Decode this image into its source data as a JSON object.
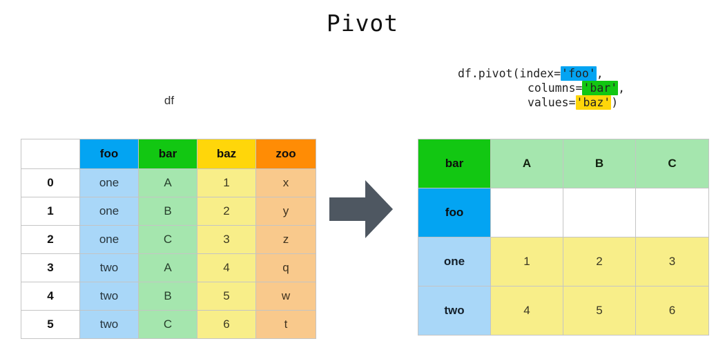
{
  "title": "Pivot",
  "df_label": "df",
  "colors": {
    "foo_header": "#03a4f2",
    "bar_header": "#12c712",
    "baz_header": "#ffd60a",
    "zoo_header": "#ff8c05",
    "foo_cell": "#a9d7f8",
    "bar_cell": "#a5e6ae",
    "baz_cell": "#f8ee89",
    "zoo_cell": "#f9c98c",
    "arrow": "#4e5761"
  },
  "code": {
    "line1_prefix": "df.pivot(index=",
    "line1_arg": "'foo'",
    "line1_suffix": ",",
    "line2_prefix": "columns=",
    "line2_arg": "'bar'",
    "line2_suffix": ",",
    "line3_prefix": "values=",
    "line3_arg": "'baz'",
    "line3_suffix": ")"
  },
  "source_table": {
    "headers": [
      "",
      "foo",
      "bar",
      "baz",
      "zoo"
    ],
    "rows": [
      {
        "index": "0",
        "foo": "one",
        "bar": "A",
        "baz": "1",
        "zoo": "x"
      },
      {
        "index": "1",
        "foo": "one",
        "bar": "B",
        "baz": "2",
        "zoo": "y"
      },
      {
        "index": "2",
        "foo": "one",
        "bar": "C",
        "baz": "3",
        "zoo": "z"
      },
      {
        "index": "3",
        "foo": "two",
        "bar": "A",
        "baz": "4",
        "zoo": "q"
      },
      {
        "index": "4",
        "foo": "two",
        "bar": "B",
        "baz": "5",
        "zoo": "w"
      },
      {
        "index": "5",
        "foo": "two",
        "bar": "C",
        "baz": "6",
        "zoo": "t"
      }
    ]
  },
  "pivot_table": {
    "columns_name": "bar",
    "index_name": "foo",
    "column_labels": [
      "A",
      "B",
      "C"
    ],
    "rows": [
      {
        "index": "one",
        "values": [
          "1",
          "2",
          "3"
        ]
      },
      {
        "index": "two",
        "values": [
          "4",
          "5",
          "6"
        ]
      }
    ]
  },
  "arrow": {
    "name": "right-arrow"
  }
}
